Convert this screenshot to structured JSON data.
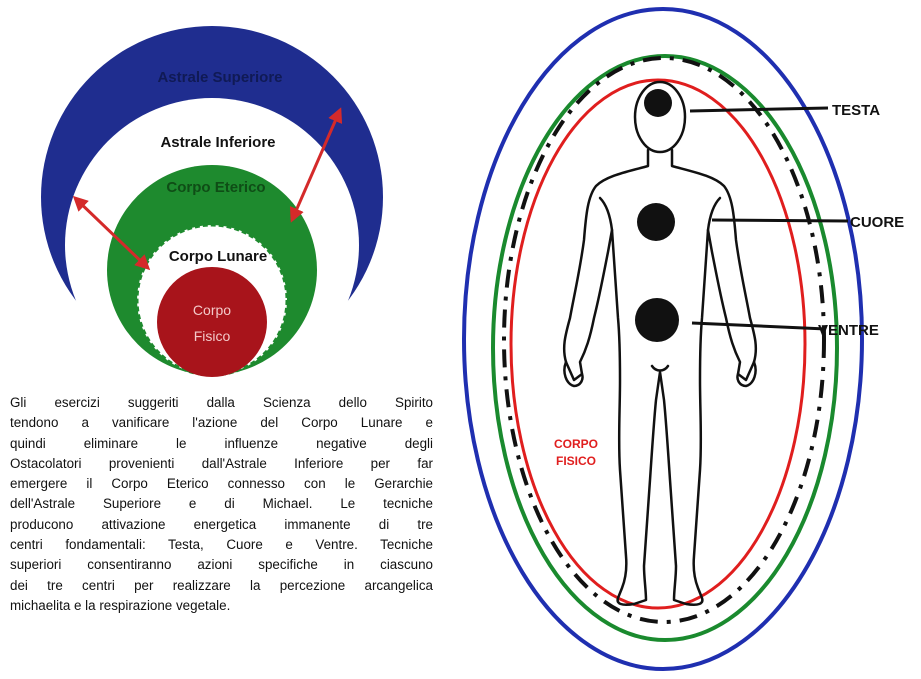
{
  "left_diagram": {
    "labels": {
      "astrale_superiore": "Astrale Superiore",
      "astrale_inferiore": "Astrale Inferiore",
      "corpo_eterico": "Corpo Eterico",
      "corpo_lunare": "Corpo Lunare",
      "corpo_fisico_line1": "Corpo",
      "corpo_fisico_line2": "Fisico"
    },
    "colors": {
      "astrale_superiore": "#1f2d8f",
      "astrale_inferiore": "#ffffff",
      "corpo_eterico": "#1e8a2e",
      "corpo_lunare": "#ffffff",
      "corpo_fisico": "#a8141b",
      "arrows": "#d42a2a"
    }
  },
  "description": {
    "lines": [
      "Gli esercizi suggeriti dalla Scienza dello Spirito",
      "tendono a vanificare l'azione del Corpo Lunare e",
      "quindi eliminare le influenze negative degli",
      "Ostacolatori provenienti dall'Astrale Inferiore per far",
      "emergere il Corpo Eterico connesso con le Gerarchie",
      "dell'Astrale Superiore e di Michael. Le tecniche",
      "producono attivazione energetica immanente di tre",
      "centri fondamentali: Testa, Cuore e Ventre. Tecniche",
      "superiori consentiranno azioni specifiche in ciascuno",
      "dei tre centri per realizzare la percezione arcangelica",
      "michaelita e la respirazione vegetale."
    ]
  },
  "right_diagram": {
    "labels": {
      "testa": "TESTA",
      "cuore": "CUORE",
      "ventre": "VENTRE",
      "corpo_fisico_line1": "CORPO",
      "corpo_fisico_line2": "FISICO"
    },
    "colors": {
      "outer_ring": "#1f2fb0",
      "middle_ring": "#1a8a2e",
      "inner_ring": "#e01e1e",
      "dashdot_ring": "#111111",
      "centers": "#111111",
      "fisico_label": "#e01e1e"
    }
  }
}
